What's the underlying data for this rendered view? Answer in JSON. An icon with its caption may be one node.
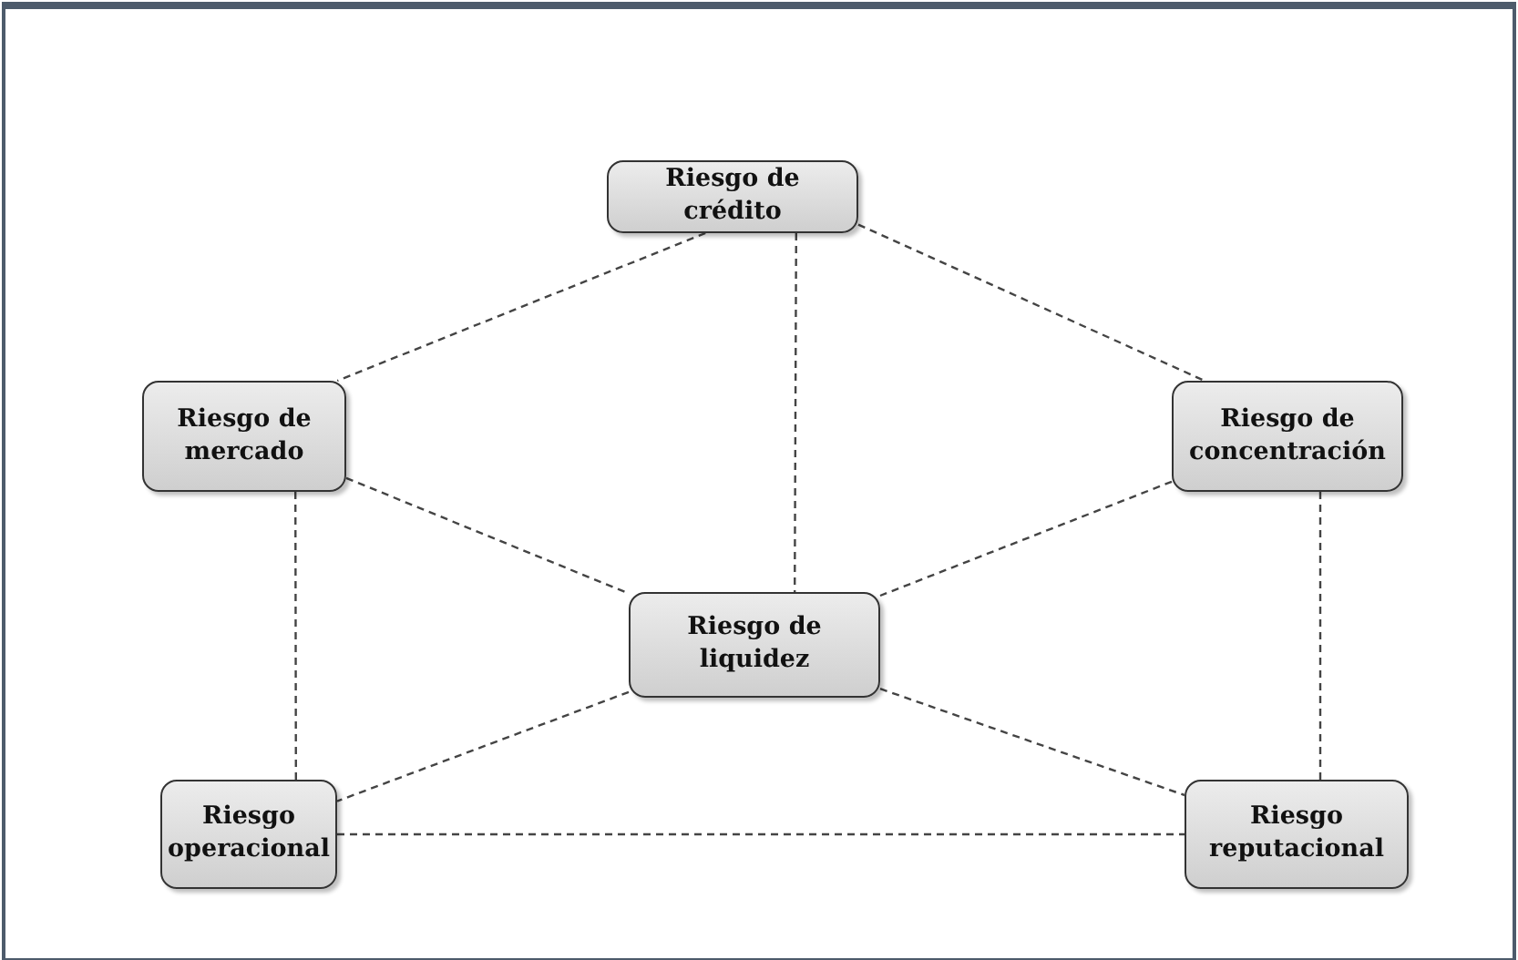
{
  "diagram": {
    "nodes": [
      {
        "text": [
          "Riesgo de crédito"
        ]
      },
      {
        "text": [
          "Riesgo de mercado"
        ]
      },
      {
        "text": [
          "Riesgo de concentración"
        ]
      },
      {
        "text": [
          "Riesgo de liquidez"
        ]
      },
      {
        "text": [
          "Riesgo operacional"
        ]
      },
      {
        "text": [
          "Riesgo reputacional"
        ]
      }
    ],
    "edges": [
      {
        "from": 0,
        "to": 1,
        "arrow": "none",
        "style": "dashed"
      },
      {
        "from": 0,
        "to": 2,
        "arrow": "none",
        "style": "dashed"
      },
      {
        "from": 0,
        "to": 3,
        "arrow": "none",
        "style": "dashed"
      },
      {
        "from": 1,
        "to": 3,
        "arrow": "none",
        "style": "dashed"
      },
      {
        "from": 1,
        "to": 4,
        "arrow": "none",
        "style": "dashed"
      },
      {
        "from": 3,
        "to": 4,
        "arrow": "none",
        "style": "dashed"
      },
      {
        "from": 2,
        "to": 3,
        "arrow": "none",
        "style": "dashed"
      },
      {
        "from": 2,
        "to": 5,
        "arrow": "none",
        "style": "dashed"
      },
      {
        "from": 3,
        "to": 5,
        "arrow": "none",
        "style": "dashed"
      },
      {
        "from": 4,
        "to": 5,
        "arrow": "none",
        "style": "dashed"
      }
    ]
  }
}
